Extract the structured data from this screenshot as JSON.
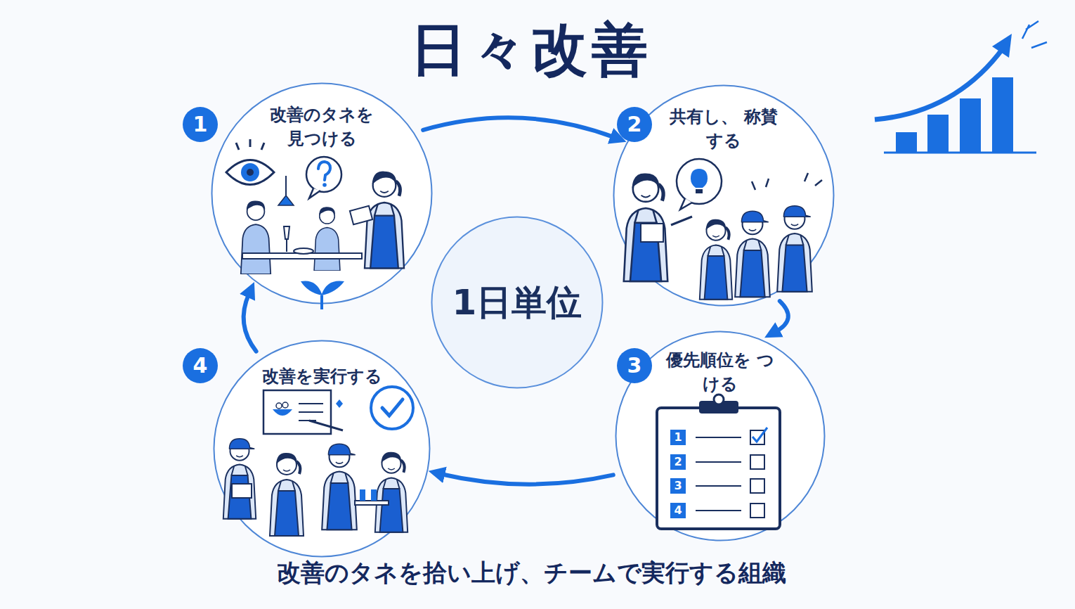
{
  "diagram": {
    "title": "日々改善",
    "caption": "改善のタネを拾い上げ、チームで実行する組織",
    "nodes": [
      {
        "text": [
          "改善のタネを 見つける"
        ]
      },
      {
        "text": [
          "共有し、 称賛する"
        ]
      },
      {
        "text": [
          "優先順位を つける"
        ]
      },
      {
        "text": [
          "改善を実行する"
        ]
      },
      {
        "text": [
          "1日単位"
        ]
      }
    ],
    "edges": [
      {
        "from": 0,
        "to": 1,
        "arrow": "to"
      },
      {
        "from": 1,
        "to": 2,
        "arrow": "to"
      },
      {
        "from": 2,
        "to": 3,
        "arrow": "to"
      },
      {
        "from": 3,
        "to": 0,
        "arrow": "to"
      }
    ],
    "labels": [
      "1",
      "2",
      "3",
      "4",
      "1",
      "2",
      "3",
      "4"
    ]
  }
}
